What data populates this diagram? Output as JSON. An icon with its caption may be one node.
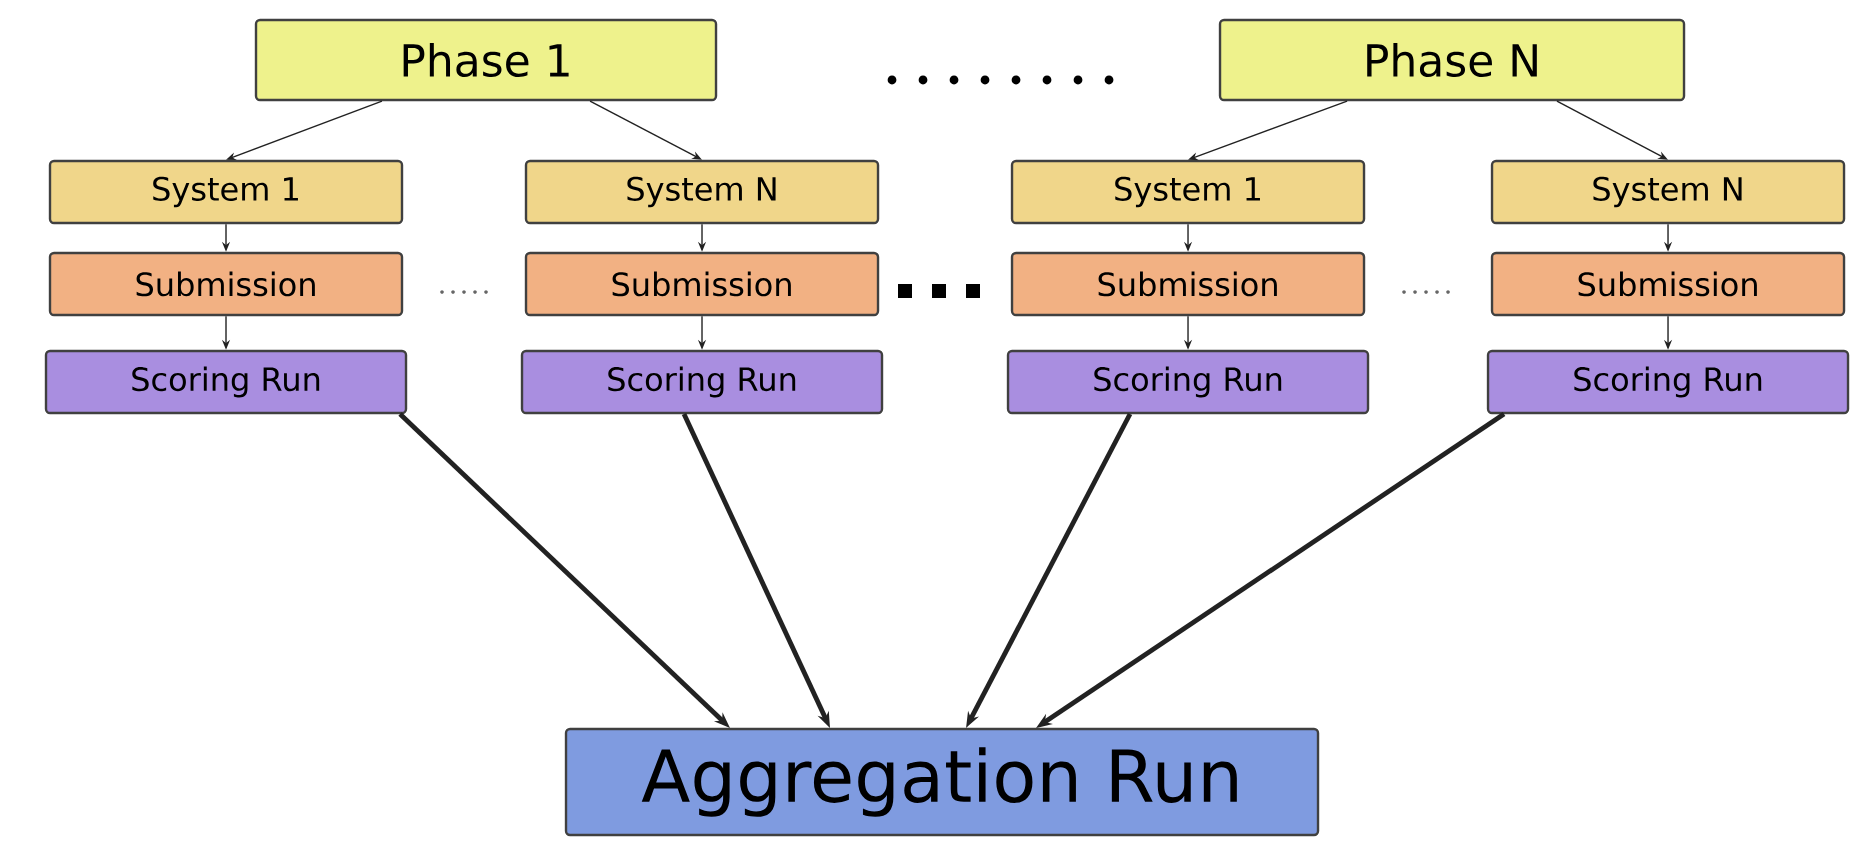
{
  "diagram": {
    "nodes": [
      {
        "text": [
          "Phase 1"
        ]
      },
      {
        "text": [
          "Phase N"
        ]
      },
      {
        "text": [
          "System 1"
        ]
      },
      {
        "text": [
          "System N"
        ]
      },
      {
        "text": [
          "System 1"
        ]
      },
      {
        "text": [
          "System N"
        ]
      },
      {
        "text": [
          "Submission"
        ]
      },
      {
        "text": [
          "Submission"
        ]
      },
      {
        "text": [
          "Submission"
        ]
      },
      {
        "text": [
          "Submission"
        ]
      },
      {
        "text": [
          "Scoring Run"
        ]
      },
      {
        "text": [
          "Scoring Run"
        ]
      },
      {
        "text": [
          "Scoring Run"
        ]
      },
      {
        "text": [
          "Scoring Run"
        ]
      },
      {
        "text": [
          "Aggregation Run"
        ]
      }
    ],
    "edges": [
      {
        "from": 0,
        "to": 2,
        "arrow": "to"
      },
      {
        "from": 0,
        "to": 3,
        "arrow": "to"
      },
      {
        "from": 1,
        "to": 4,
        "arrow": "to"
      },
      {
        "from": 1,
        "to": 5,
        "arrow": "to"
      },
      {
        "from": 2,
        "to": 6,
        "arrow": "to"
      },
      {
        "from": 3,
        "to": 7,
        "arrow": "to"
      },
      {
        "from": 4,
        "to": 8,
        "arrow": "to"
      },
      {
        "from": 5,
        "to": 9,
        "arrow": "to"
      },
      {
        "from": 6,
        "to": 10,
        "arrow": "to"
      },
      {
        "from": 7,
        "to": 11,
        "arrow": "to"
      },
      {
        "from": 8,
        "to": 12,
        "arrow": "to"
      },
      {
        "from": 9,
        "to": 13,
        "arrow": "to"
      },
      {
        "from": 10,
        "to": 14,
        "arrow": "to",
        "style": "thick"
      },
      {
        "from": 11,
        "to": 14,
        "arrow": "to",
        "style": "thick"
      },
      {
        "from": 12,
        "to": 14,
        "arrow": "to",
        "style": "thick"
      },
      {
        "from": 13,
        "to": 14,
        "arrow": "to",
        "style": "thick"
      }
    ]
  }
}
